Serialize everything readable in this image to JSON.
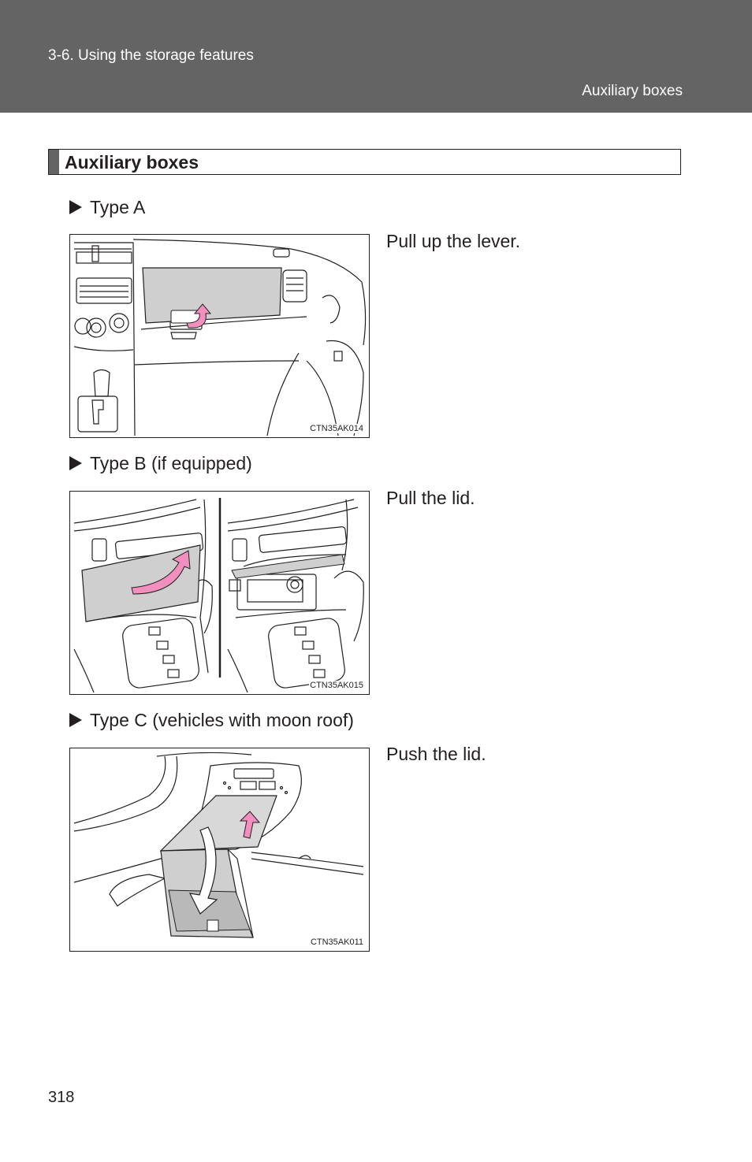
{
  "header": {
    "section": "3-6. Using the storage features",
    "topic": "Auxiliary boxes"
  },
  "section_title": "Auxiliary boxes",
  "items": [
    {
      "type_label": "Type A",
      "figure_code": "CTN35AK014",
      "instruction": "Pull up the lever."
    },
    {
      "type_label": "Type B (if equipped)",
      "figure_code": "CTN35AK015",
      "instruction": "Pull the lid."
    },
    {
      "type_label": "Type C (vehicles with moon roof)",
      "figure_code": "CTN35AK011",
      "instruction": "Push the lid."
    }
  ],
  "page_number": "318",
  "colors": {
    "header_bar": "#646464",
    "accent_arrow": "#f28fbf",
    "lid_fill": "#cfcfcf"
  }
}
